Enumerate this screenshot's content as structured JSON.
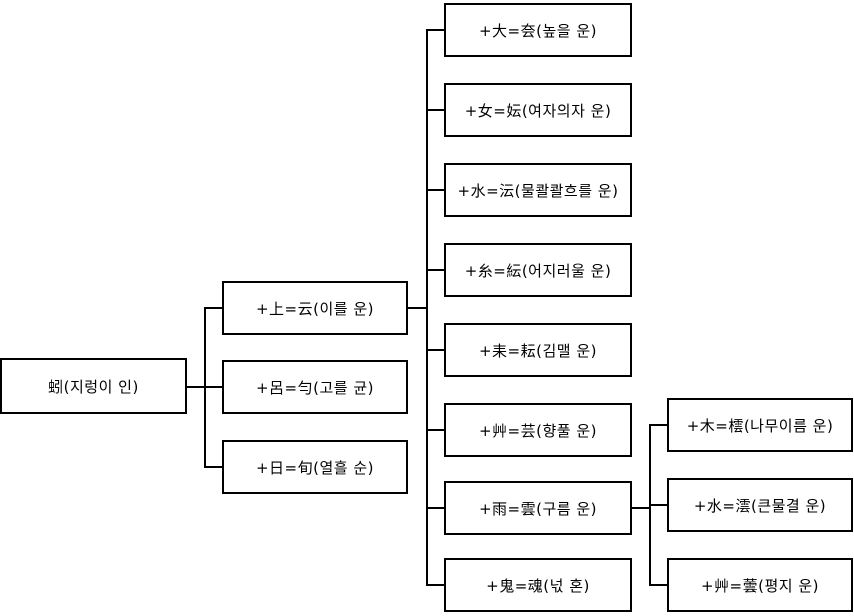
{
  "diagram": {
    "title": "hanja derivation tree for 云 (운) series",
    "colors": {
      "background": "#ffffff",
      "box_fill": "#ffffff",
      "box_border": "#000000",
      "text": "#000000",
      "connector": "#000000"
    },
    "root": {
      "label": "蚓(지렁이 인)"
    },
    "level1": [
      {
        "label": "+上=云(이를 운)"
      },
      {
        "label": "+呂=勻(고를 균)"
      },
      {
        "label": "+日=旬(열흘 순)"
      }
    ],
    "level2": [
      {
        "label": "+大=夽(높을 운)"
      },
      {
        "label": "+女=妘(여자의자 운)"
      },
      {
        "label": "+水=沄(물콸콸흐를 운)"
      },
      {
        "label": "+糸=紜(어지러울 운)"
      },
      {
        "label": "+耒=耘(김맬 운)"
      },
      {
        "label": "+艸=芸(향풀 운)"
      },
      {
        "label": "+雨=雲(구름 운)"
      },
      {
        "label": "+鬼=魂(넋 혼)"
      }
    ],
    "level3": [
      {
        "label": "+木=橒(나무이름 운)"
      },
      {
        "label": "+水=澐(큰물결 운)"
      },
      {
        "label": "+艸=蕓(평지 운)"
      }
    ]
  }
}
